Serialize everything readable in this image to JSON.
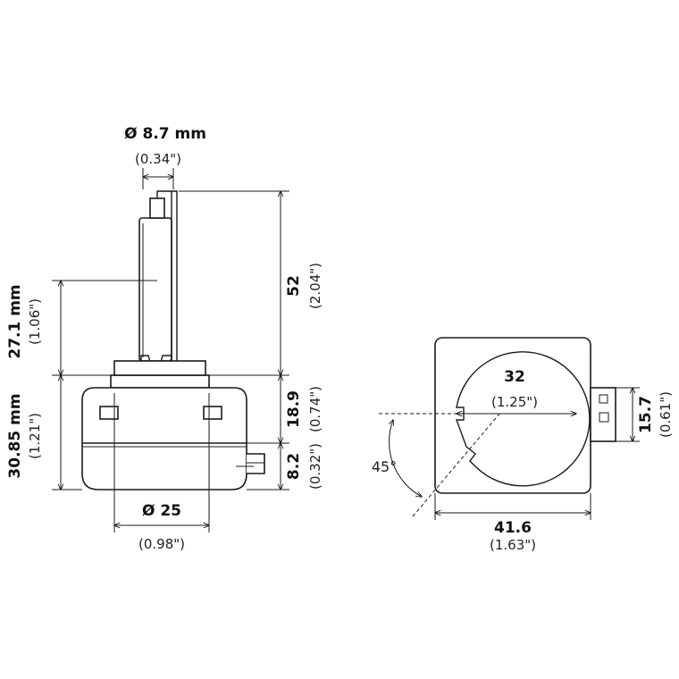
{
  "side_view": {
    "diameter_top": {
      "value": "Ø 8.7 mm",
      "sub": "(0.34\")"
    },
    "height_total": {
      "value": "52",
      "sub": "(2.04\")"
    },
    "height_glass": {
      "value": "27.1 mm",
      "sub": "(1.06\")"
    },
    "height_base": {
      "value": "30.85 mm",
      "sub": "(1.21\")"
    },
    "height_middle": {
      "value": "18.9",
      "sub": "(0.74\")"
    },
    "height_lower": {
      "value": "8.2",
      "sub": "(0.32\")"
    },
    "diameter_base": {
      "value": "Ø 25",
      "sub": "(0.98\")"
    }
  },
  "bottom_view": {
    "inner_diameter": {
      "value": "32",
      "sub": "(1.25\")"
    },
    "angle": "45°",
    "width": {
      "value": "41.6",
      "sub": "(1.63\")"
    },
    "connector_height": {
      "value": "15.7",
      "sub": "(0.61\")"
    }
  }
}
